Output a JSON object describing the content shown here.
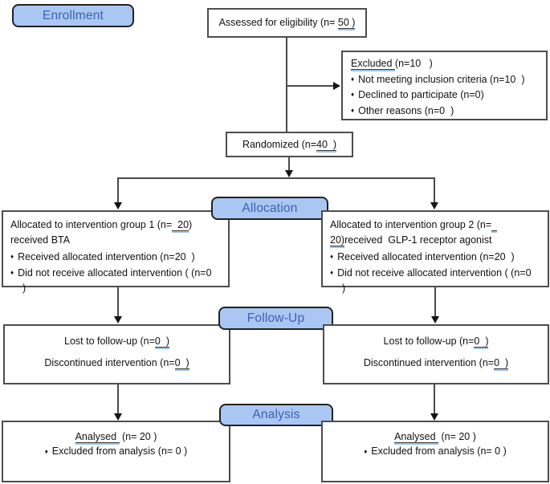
{
  "colors": {
    "label_fill": "#aac6f2",
    "label_border": "#222222",
    "label_text": "#3c63b1",
    "box_border": "#4d4d4d",
    "underline_blue": "#9dc3ea",
    "line": "#4a4a4a"
  },
  "icons": {
    "bullet": "♦"
  },
  "labels": {
    "enrollment": "Enrollment",
    "allocation": "Allocation",
    "followup": "Follow-Up",
    "analysis": "Analysis"
  },
  "assessed": {
    "prefix": "Assessed for eligibility (n= ",
    "underlined": "50 )"
  },
  "excluded": {
    "title_underlined": "Excluded ",
    "title_rest": "(n=10   )",
    "bullets": [
      "Not meeting inclusion criteria (n=10  )",
      "Declined to participate (n=0)",
      "Other reasons (n=0  )"
    ]
  },
  "randomized": {
    "prefix": "Randomized (n=",
    "underlined": "40  )"
  },
  "alloc_left": {
    "line1_prefix": "Allocated to intervention group 1 (n=",
    "line1_underlined": "  20",
    "line1_suffix": ")",
    "line2": "received BTA",
    "bullets": [
      "Received allocated intervention (n=20  )",
      "Did not receive allocated intervention ( (n=0"
    ],
    "continuation": ")"
  },
  "alloc_right": {
    "line1_prefix": "Allocated to intervention group 2 (n=",
    "line1_underlined": "  ",
    "line2_underlined": "20)",
    "line2_rest": "received  GLP-1 receptor agonist",
    "bullets": [
      "Received allocated intervention (n=20  )",
      "Did not receive allocated intervention ( (n=0"
    ],
    "continuation": ")"
  },
  "followup_left": {
    "line1_prefix": "Lost to follow-up (n=",
    "line1_underlined": "0  )",
    "line2_prefix": "Discontinued intervention (n=",
    "line2_underlined": "0  )"
  },
  "followup_right": {
    "line1_prefix": "Lost to follow-up (n=",
    "line1_underlined": "0  )",
    "line2_prefix": "Discontinued intervention (n=",
    "line2_underlined": "0  )"
  },
  "analysis_left": {
    "line1_underlined": "Analysed ",
    "line1_rest": " (n= 20 )",
    "bullet": "Excluded from analysis (n= 0 )"
  },
  "analysis_right": {
    "line1_underlined": "Analysed ",
    "line1_rest": " (n= 20 )",
    "bullet": "Excluded from analysis (n= 0 )"
  }
}
